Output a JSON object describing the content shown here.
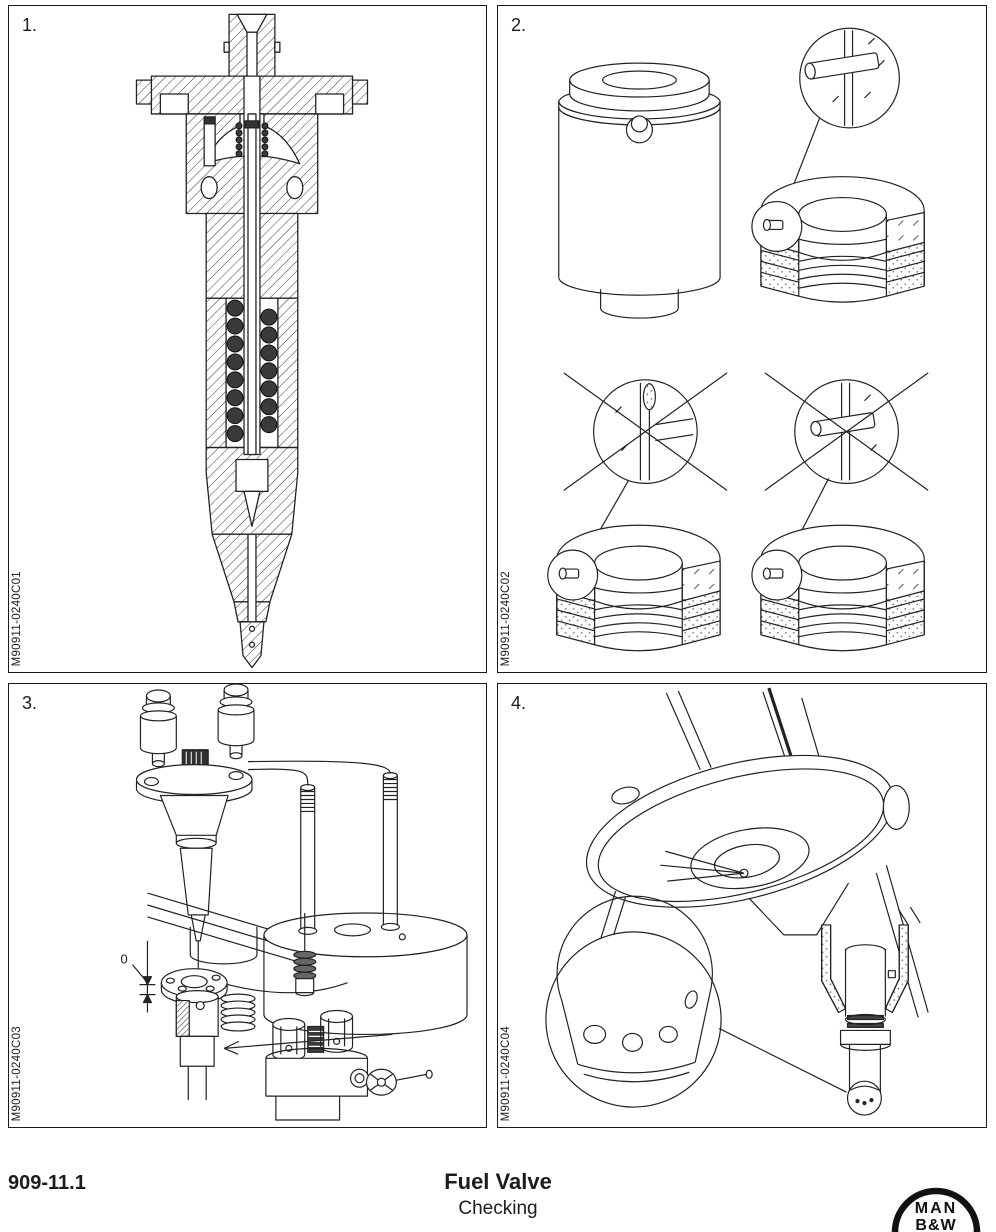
{
  "panels": [
    {
      "number": "1.",
      "code": "M90911-0240C01"
    },
    {
      "number": "2.",
      "code": "M90911-0240C02"
    },
    {
      "number": "3.",
      "code": "M90911-0240C03",
      "annotation": "0"
    },
    {
      "number": "4.",
      "code": "M90911-0240C04"
    }
  ],
  "figures": [
    "fuel-valve-sectional-drawing",
    "fuel-valve-holder-and-sealing-ring-details",
    "fuel-valve-pressure-test-rig-exploded-view",
    "fuel-valve-seat-and-spindle-guide-details"
  ],
  "footer": {
    "section_number": "909-11.1",
    "title": "Fuel Valve",
    "subtitle": "Checking"
  },
  "logo": {
    "line1": "MAN",
    "line2": "B&W"
  },
  "colors": {
    "line": "#222222",
    "text": "#1c1c1c",
    "paper": "#ffffff"
  }
}
